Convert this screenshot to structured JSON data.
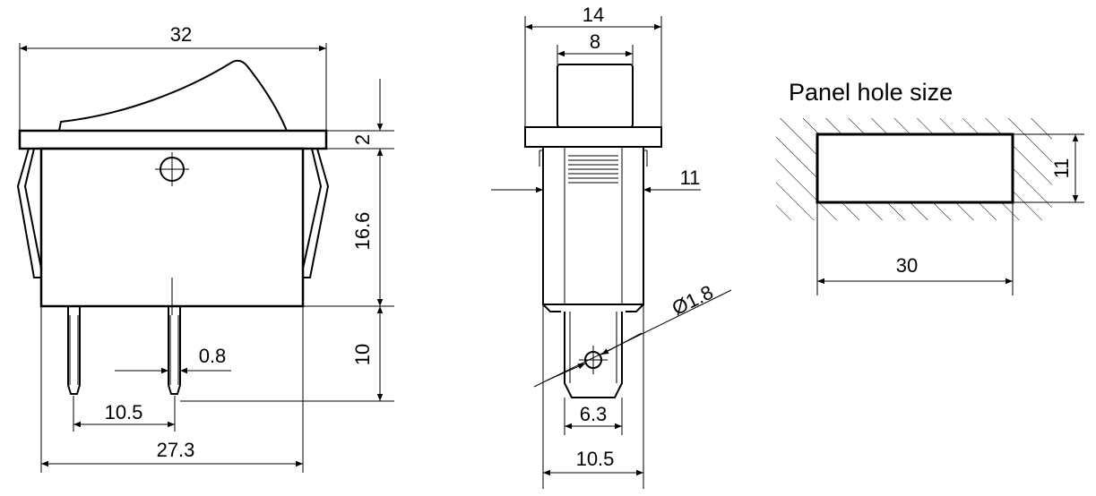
{
  "colors": {
    "ink": "#000000",
    "background": "#ffffff"
  },
  "side_view": {
    "width": "32",
    "flange_thickness": "2",
    "body_height": "16.6",
    "terminal_length": "10",
    "terminal_thickness": "0.8",
    "terminal_spacing": "10.5",
    "body_width": "27.3"
  },
  "front_view": {
    "flange_width": "14",
    "rocker_width": "8",
    "body_width": "11",
    "hole_diameter": "Ø1.8",
    "terminal_width": "6.3",
    "base_width": "10.5"
  },
  "panel_hole": {
    "title": "Panel hole size",
    "height": "11",
    "width": "30"
  }
}
